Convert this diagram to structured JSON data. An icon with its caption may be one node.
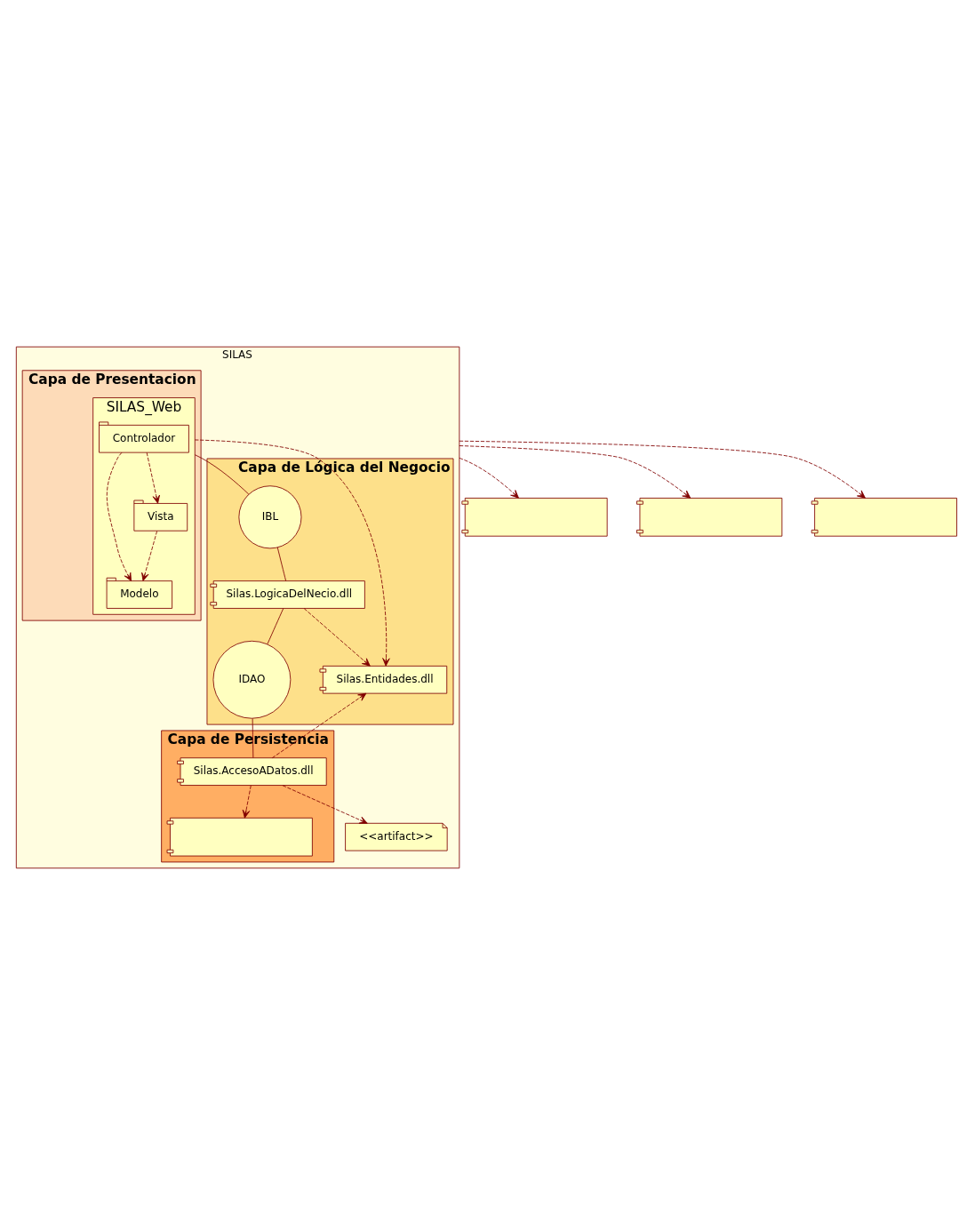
{
  "diagram": {
    "nodes": [
      {
        "text": [
          "SILAS"
        ]
      },
      {
        "text": [
          "Capa de Presentacion"
        ],
        "in": 0
      },
      {
        "text": [
          "SILAS_Web"
        ],
        "in": 1
      },
      {
        "text": [
          "Controlador"
        ],
        "in": 2
      },
      {
        "text": [
          "Modelo"
        ],
        "in": 2
      },
      {
        "text": [
          "Vista"
        ],
        "in": 2
      },
      {
        "text": [
          "Capa de Lógica del Negocio"
        ],
        "in": 0
      },
      {
        "text": [
          "IBL"
        ],
        "in": 6
      },
      {
        "text": [
          "Silas.LogicaDelNecio.dll"
        ],
        "in": 6
      },
      {
        "text": [
          "Silas.Entidades.dll"
        ],
        "in": 6
      },
      {
        "text": [
          "IDAO"
        ],
        "in": 6
      },
      {
        "text": [
          "Capa de Persistencia"
        ],
        "in": 0
      },
      {
        "text": [
          "Silas.AccesoADatos.dll"
        ],
        "in": 11
      },
      {
        "text": [],
        "shape": "box",
        "in": 11
      },
      {
        "text": [
          "<<artifact>>"
        ],
        "in": 0
      },
      {
        "text": [],
        "shape": "box"
      },
      {
        "text": [],
        "shape": "box"
      },
      {
        "text": [],
        "shape": "box"
      }
    ],
    "edges": [
      {
        "from": 3,
        "to": 4,
        "arrow": "to",
        "style": "dashed"
      },
      {
        "from": 3,
        "to": 5,
        "arrow": "to",
        "style": "dashed"
      },
      {
        "from": 5,
        "to": 4,
        "arrow": "to",
        "style": "dashed"
      },
      {
        "from": 2,
        "to": 7,
        "arrow": "none"
      },
      {
        "from": 7,
        "to": 8,
        "arrow": "none"
      },
      {
        "from": 8,
        "to": 9,
        "arrow": "to",
        "style": "dashed"
      },
      {
        "from": 2,
        "to": 9,
        "arrow": "to",
        "style": "dashed"
      },
      {
        "from": 8,
        "to": 10,
        "arrow": "none"
      },
      {
        "from": 10,
        "to": 12,
        "arrow": "none"
      },
      {
        "from": 12,
        "to": 9,
        "arrow": "to",
        "style": "dashed"
      },
      {
        "from": 12,
        "to": 13,
        "arrow": "to",
        "style": "dashed"
      },
      {
        "from": 12,
        "to": 14,
        "arrow": "to",
        "style": "dashed"
      },
      {
        "from": 0,
        "to": 15,
        "arrow": "to",
        "style": "dashed"
      },
      {
        "from": 0,
        "to": 16,
        "arrow": "to",
        "style": "dashed"
      },
      {
        "from": 0,
        "to": 17,
        "arrow": "to",
        "style": "dashed"
      }
    ]
  }
}
